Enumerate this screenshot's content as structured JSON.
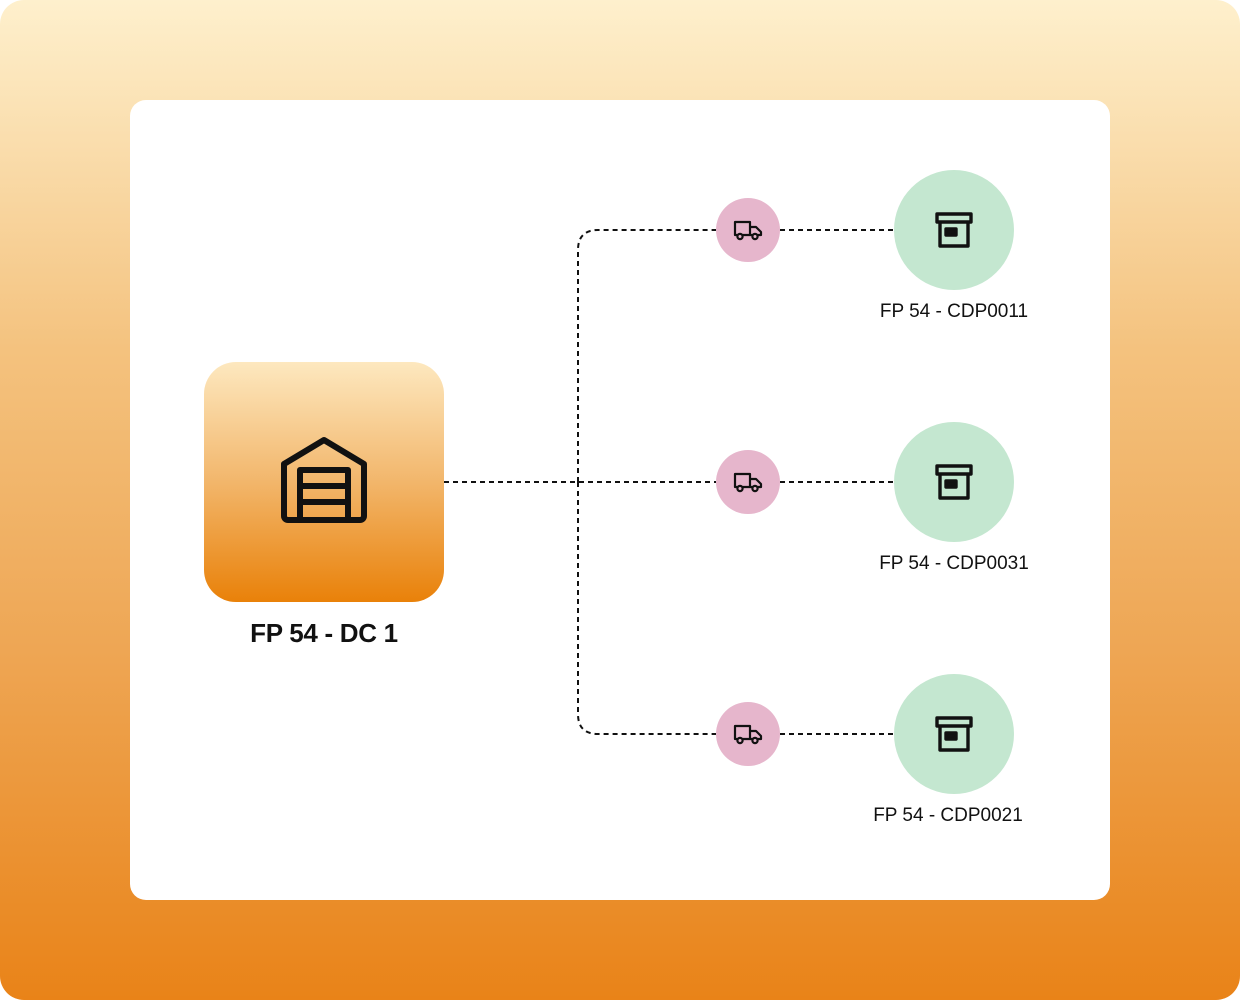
{
  "distribution_center": {
    "label": "FP 54 - DC 1",
    "icon": "warehouse-icon"
  },
  "stores": [
    {
      "label": "FP 54 - CDP0011",
      "icon": "store-icon",
      "route_icon": "truck-icon"
    },
    {
      "label": "FP 54 - CDP0031",
      "icon": "store-icon",
      "route_icon": "truck-icon"
    },
    {
      "label": "FP 54 - CDP0021",
      "icon": "store-icon",
      "route_icon": "truck-icon"
    }
  ],
  "colors": {
    "frame_top": "#FEF0CD",
    "frame_bottom": "#E98318",
    "dc_tile_top": "#FDE8BF",
    "dc_tile_bottom": "#E98109",
    "truck_node": "#E6B6CC",
    "store_node": "#C4E7D0",
    "connector": "#111111"
  }
}
